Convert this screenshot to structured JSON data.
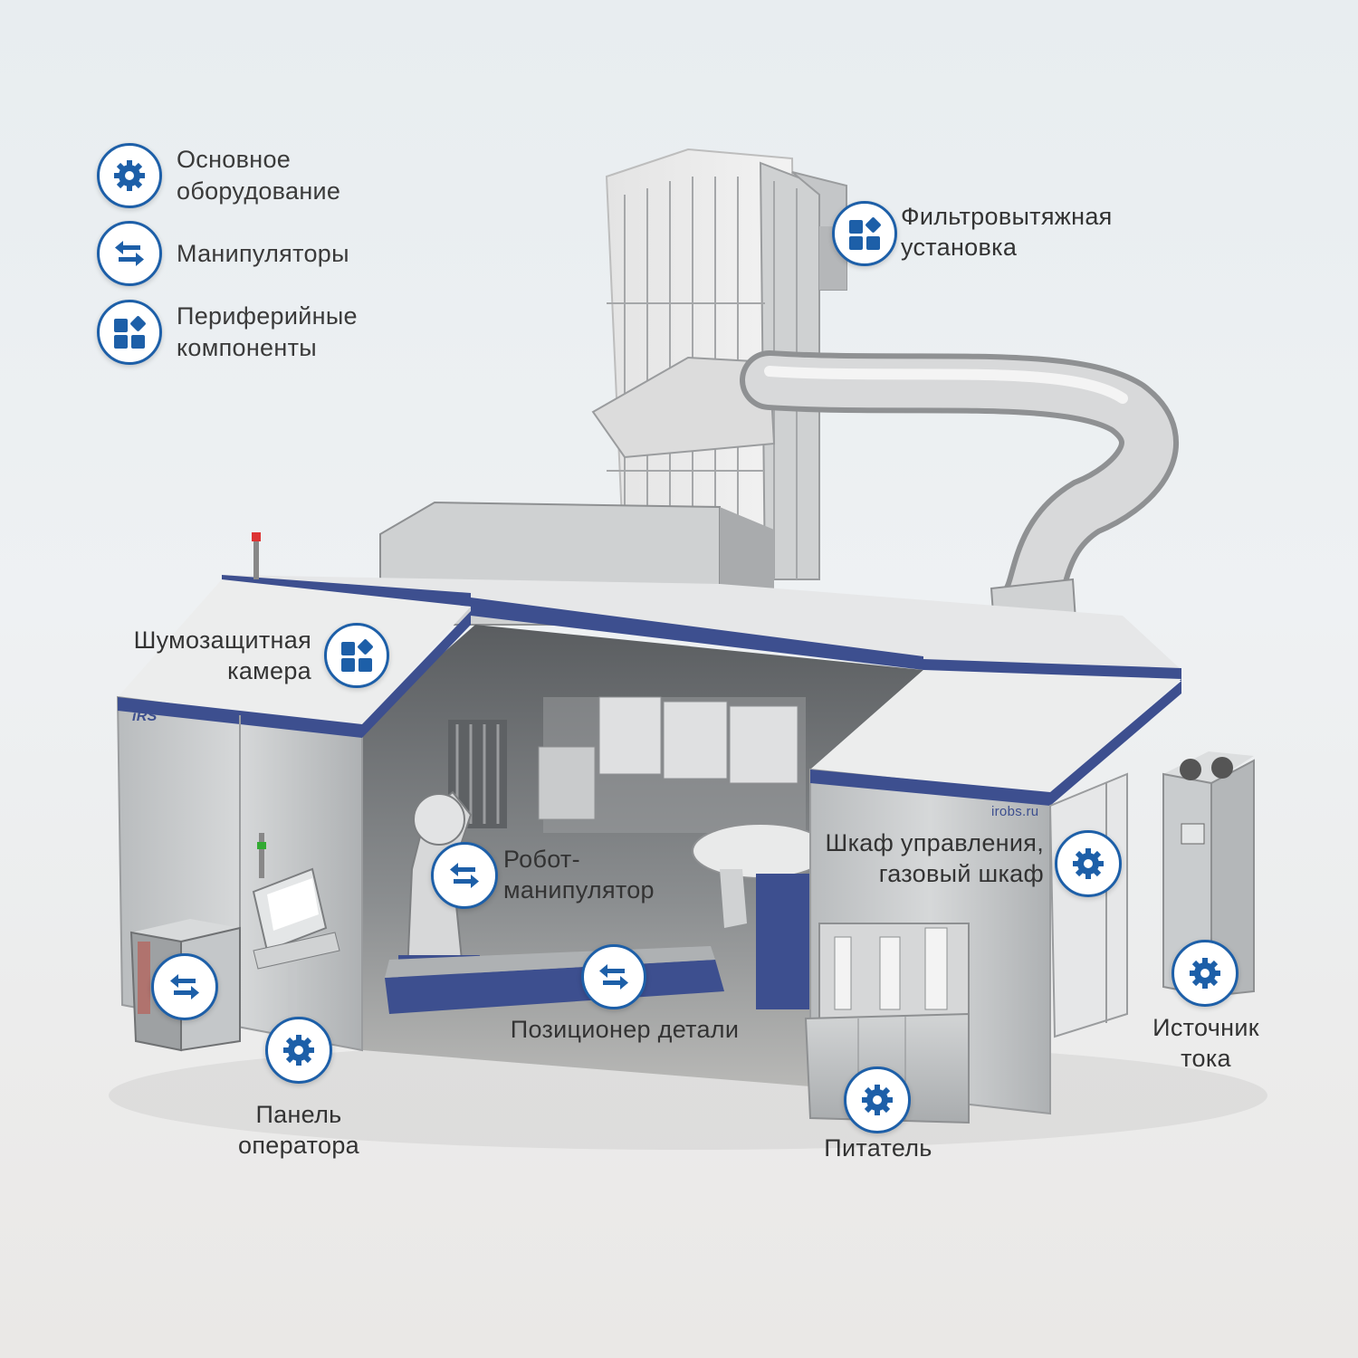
{
  "legend": [
    {
      "icon": "gear-icon",
      "lines": [
        "Основное",
        "оборудование"
      ]
    },
    {
      "icon": "arrows-swap-icon",
      "lines": [
        "Манипуляторы"
      ]
    },
    {
      "icon": "shapes-icon",
      "lines": [
        "Периферийные",
        "компоненты"
      ]
    }
  ],
  "callouts": {
    "filter_unit": {
      "icon": "shapes-icon",
      "lines": [
        "Фильтровытяжная",
        "установка"
      ]
    },
    "noise_chamber": {
      "icon": "shapes-icon",
      "lines": [
        "Шумозащитная",
        "камера"
      ]
    },
    "robot": {
      "icon": "arrows-swap-icon",
      "lines": [
        "Робот-",
        "манипулятор"
      ]
    },
    "control_cabinet": {
      "icon": "gear-icon",
      "lines": [
        "Шкаф управления,",
        "газовый шкаф"
      ]
    },
    "positioner": {
      "icon": "arrows-swap-icon",
      "lines": [
        "Позиционер детали"
      ]
    },
    "left_controller": {
      "icon": "arrows-swap-icon"
    },
    "operator_panel": {
      "icon": "gear-icon",
      "lines": [
        "Панель",
        "оператора"
      ]
    },
    "feeder": {
      "icon": "gear-icon",
      "lines": [
        "Питатель"
      ]
    },
    "power_source": {
      "icon": "gear-icon",
      "lines": [
        "Источник",
        "тока"
      ]
    }
  },
  "brand": {
    "logo": "iRS",
    "site": "irobs.ru"
  },
  "colors": {
    "accent": "#1d5fa8",
    "frame_blue": "#3d4f8f",
    "panel": "#c9ccce"
  }
}
